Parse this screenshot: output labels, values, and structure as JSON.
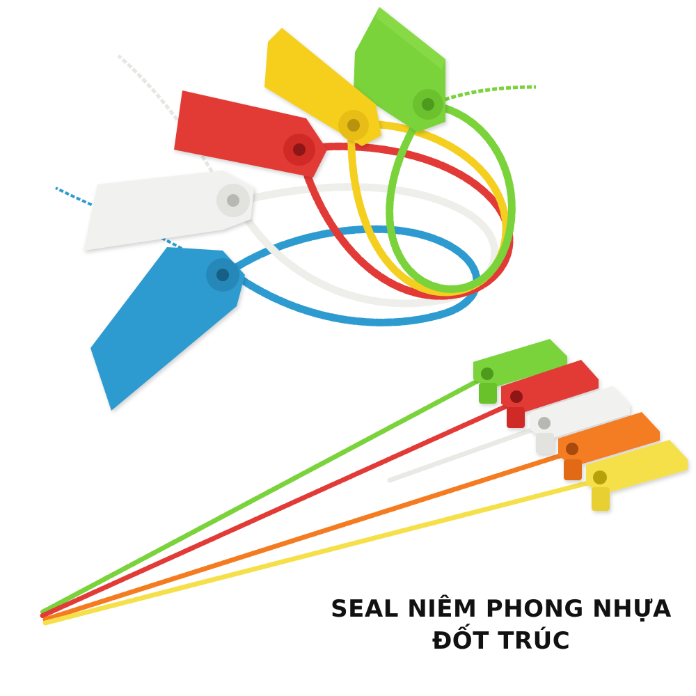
{
  "caption": {
    "line1": "SEAL NIÊM PHONG NHỰA",
    "line2": "ĐỐT TRÚC"
  },
  "colors": {
    "green": "#7ad33a",
    "yellow": "#f5cf1f",
    "red": "#e23a36",
    "white": "#f1f1ef",
    "blue": "#2e9bd0",
    "orange": "#f47b20"
  },
  "looped_seals": [
    "green",
    "yellow",
    "red",
    "white",
    "blue"
  ],
  "straight_seals": [
    "green",
    "red",
    "white",
    "orange",
    "yellow"
  ]
}
